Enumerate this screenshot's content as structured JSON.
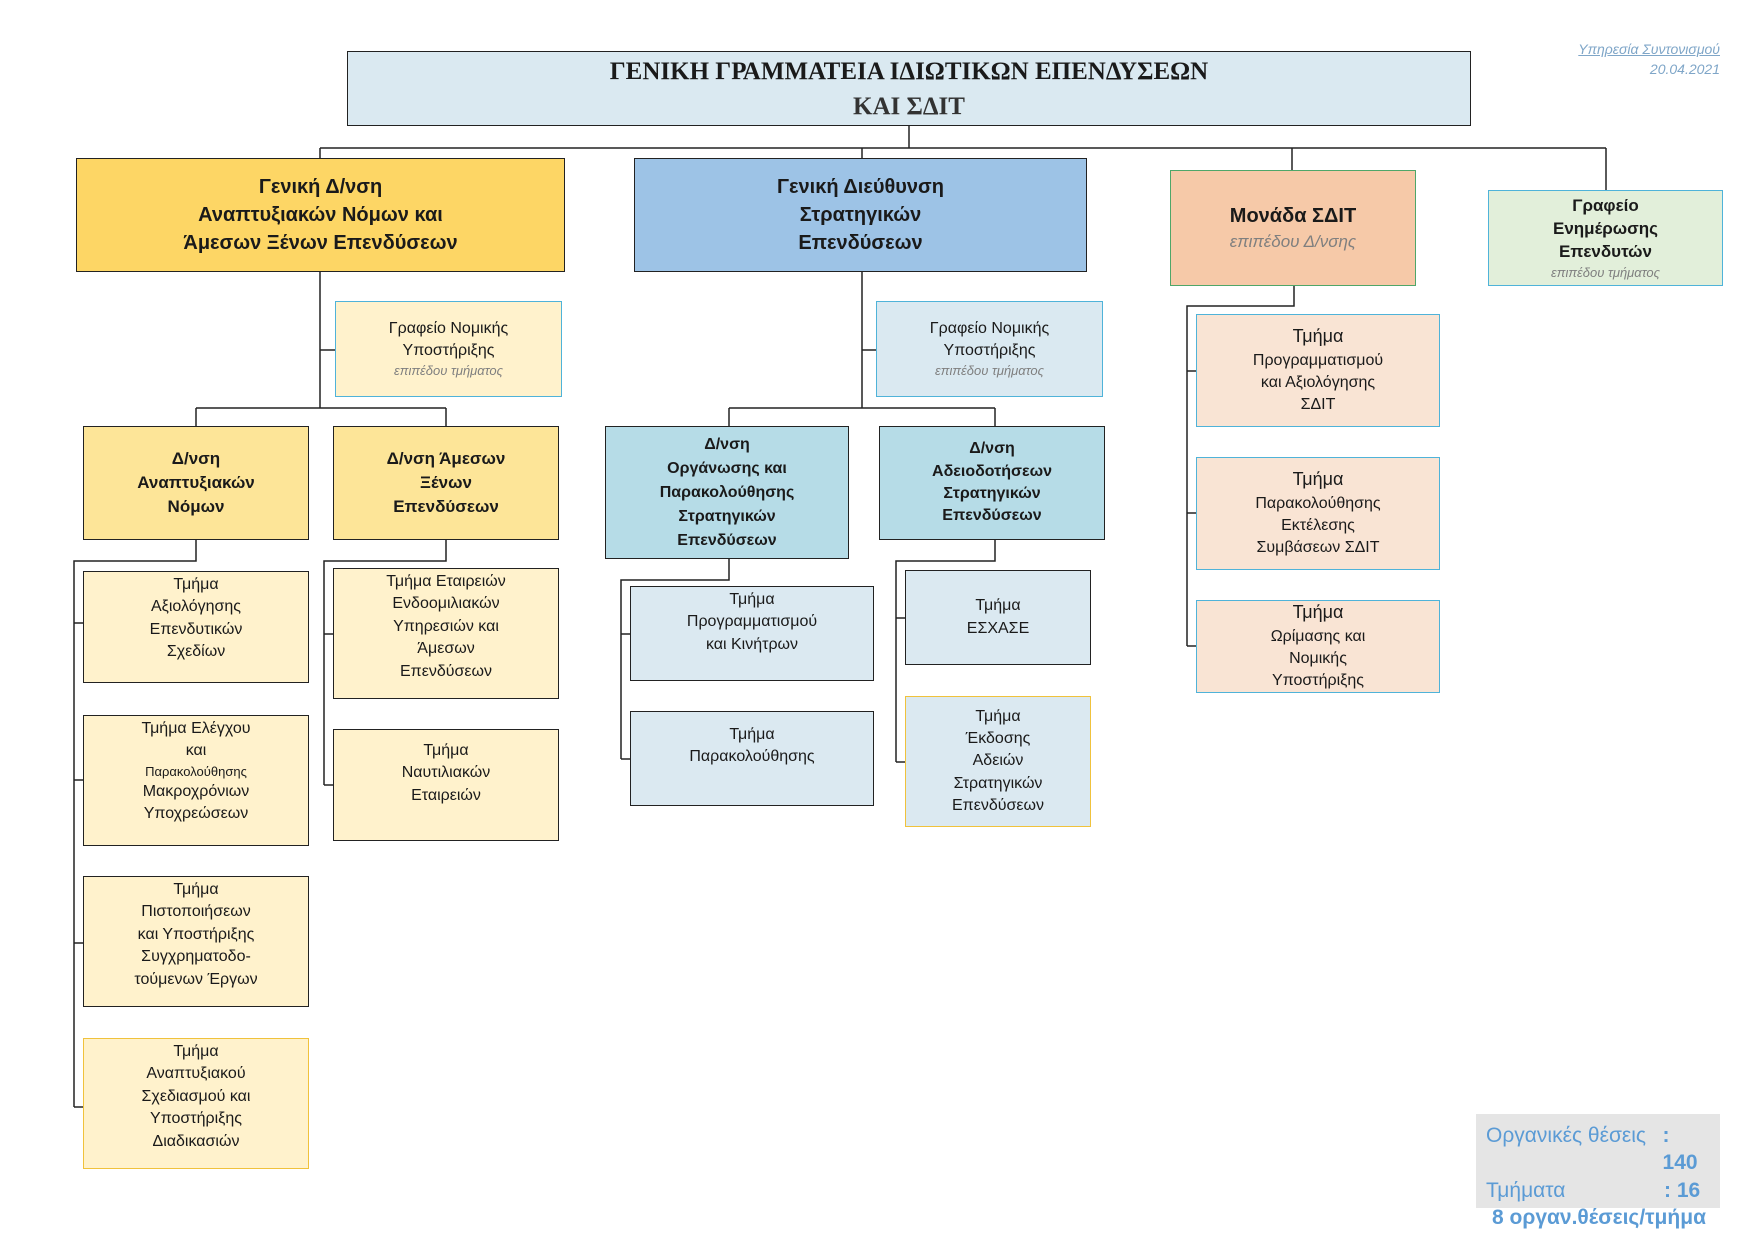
{
  "header": {
    "service": "Υπηρεσία Συντονισμού",
    "date": "20.04.2021"
  },
  "root": {
    "line1": "ΓΕΝΙΚΗ ΓΡΑΜΜΑΤΕΙΑ ΙΔΙΩΤΙΚΩΝ ΕΠΕΝΔΥΣΕΩΝ",
    "line2": "ΚΑΙ ΣΔΙΤ"
  },
  "gd1": {
    "lines": [
      "Γενική Δ/νση",
      "Αναπτυξιακών Νόμων και",
      "Άμεσων Ξένων Επενδύσεων"
    ],
    "legal_office": {
      "lines": [
        "Γραφείο Νομικής",
        "Υποστήριξης"
      ],
      "level": "επιπέδου τμήματος"
    },
    "dir_a": {
      "lines": [
        "Δ/νση",
        "Αναπτυξιακών",
        "Νόμων"
      ],
      "depts": [
        [
          "Τμήμα",
          "Αξιολόγησης",
          "Επενδυτικών",
          "Σχεδίων"
        ],
        [
          "Τμήμα Ελέγχου",
          "και",
          "Παρακολούθησης",
          "Μακροχρόνιων",
          "Υποχρεώσεων"
        ],
        [
          "Τμήμα",
          "Πιστοποιήσεων",
          "και Υποστήριξης",
          "Συγχρηματοδο-",
          "τούμενων Έργων"
        ],
        [
          "Τμήμα",
          "Αναπτυξιακού",
          "Σχεδιασμού και",
          "Υποστήριξης",
          "Διαδικασιών"
        ]
      ]
    },
    "dir_b": {
      "lines": [
        "Δ/νση Άμεσων",
        "Ξένων",
        "Επενδύσεων"
      ],
      "depts": [
        [
          "Τμήμα Εταιρειών",
          "Ενδοομιλιακών",
          "Υπηρεσιών και",
          "Άμεσων",
          "Επενδύσεων"
        ],
        [
          "Τμήμα",
          "Ναυτιλιακών",
          "Εταιρειών"
        ]
      ]
    }
  },
  "gd2": {
    "lines": [
      "Γενική Διεύθυνση",
      "Στρατηγικών",
      "Επενδύσεων"
    ],
    "legal_office": {
      "lines": [
        "Γραφείο Νομικής",
        "Υποστήριξης"
      ],
      "level": "επιπέδου τμήματος"
    },
    "dir_a": {
      "lines": [
        "Δ/νση",
        "Οργάνωσης και",
        "Παρακολούθησης",
        "Στρατηγικών",
        "Επενδύσεων"
      ],
      "depts": [
        [
          "Τμήμα",
          "Προγραμματισμού",
          "και Κινήτρων"
        ],
        [
          "Τμήμα",
          "Παρακολούθησης"
        ]
      ]
    },
    "dir_b": {
      "lines": [
        "Δ/νση",
        "Αδειοδοτήσεων",
        "Στρατηγικών",
        "Επενδύσεων"
      ],
      "depts": [
        [
          "Τμήμα",
          "ΕΣΧΑΣΕ"
        ],
        [
          "Τμήμα",
          "Έκδοσης",
          "Αδειών",
          "Στρατηγικών",
          "Επενδύσεων"
        ]
      ]
    }
  },
  "sdit_unit": {
    "title": "Μονάδα ΣΔΙΤ",
    "level": "επιπέδου Δ/νσης",
    "depts": [
      [
        "Τμήμα",
        "Προγραμματισμού",
        "και Αξιολόγησης",
        "ΣΔΙΤ"
      ],
      [
        "Τμήμα",
        "Παρακολούθησης",
        "Εκτέλεσης",
        "Συμβάσεων ΣΔΙΤ"
      ],
      [
        "Τμήμα",
        "Ωρίμασης και",
        "Νομικής",
        "Υποστήριξης"
      ]
    ]
  },
  "investor_office": {
    "lines": [
      "Γραφείο",
      "Ενημέρωσης",
      "Επενδυτών"
    ],
    "level": "επιπέδου τμήματος"
  },
  "stats": {
    "positions_label": "Οργανικές θέσεις",
    "positions_value": ": 140",
    "departments_label": "Τμήματα",
    "departments_value": ": 16",
    "ratio": "8 οργαν.θέσεις/τμήμα"
  }
}
